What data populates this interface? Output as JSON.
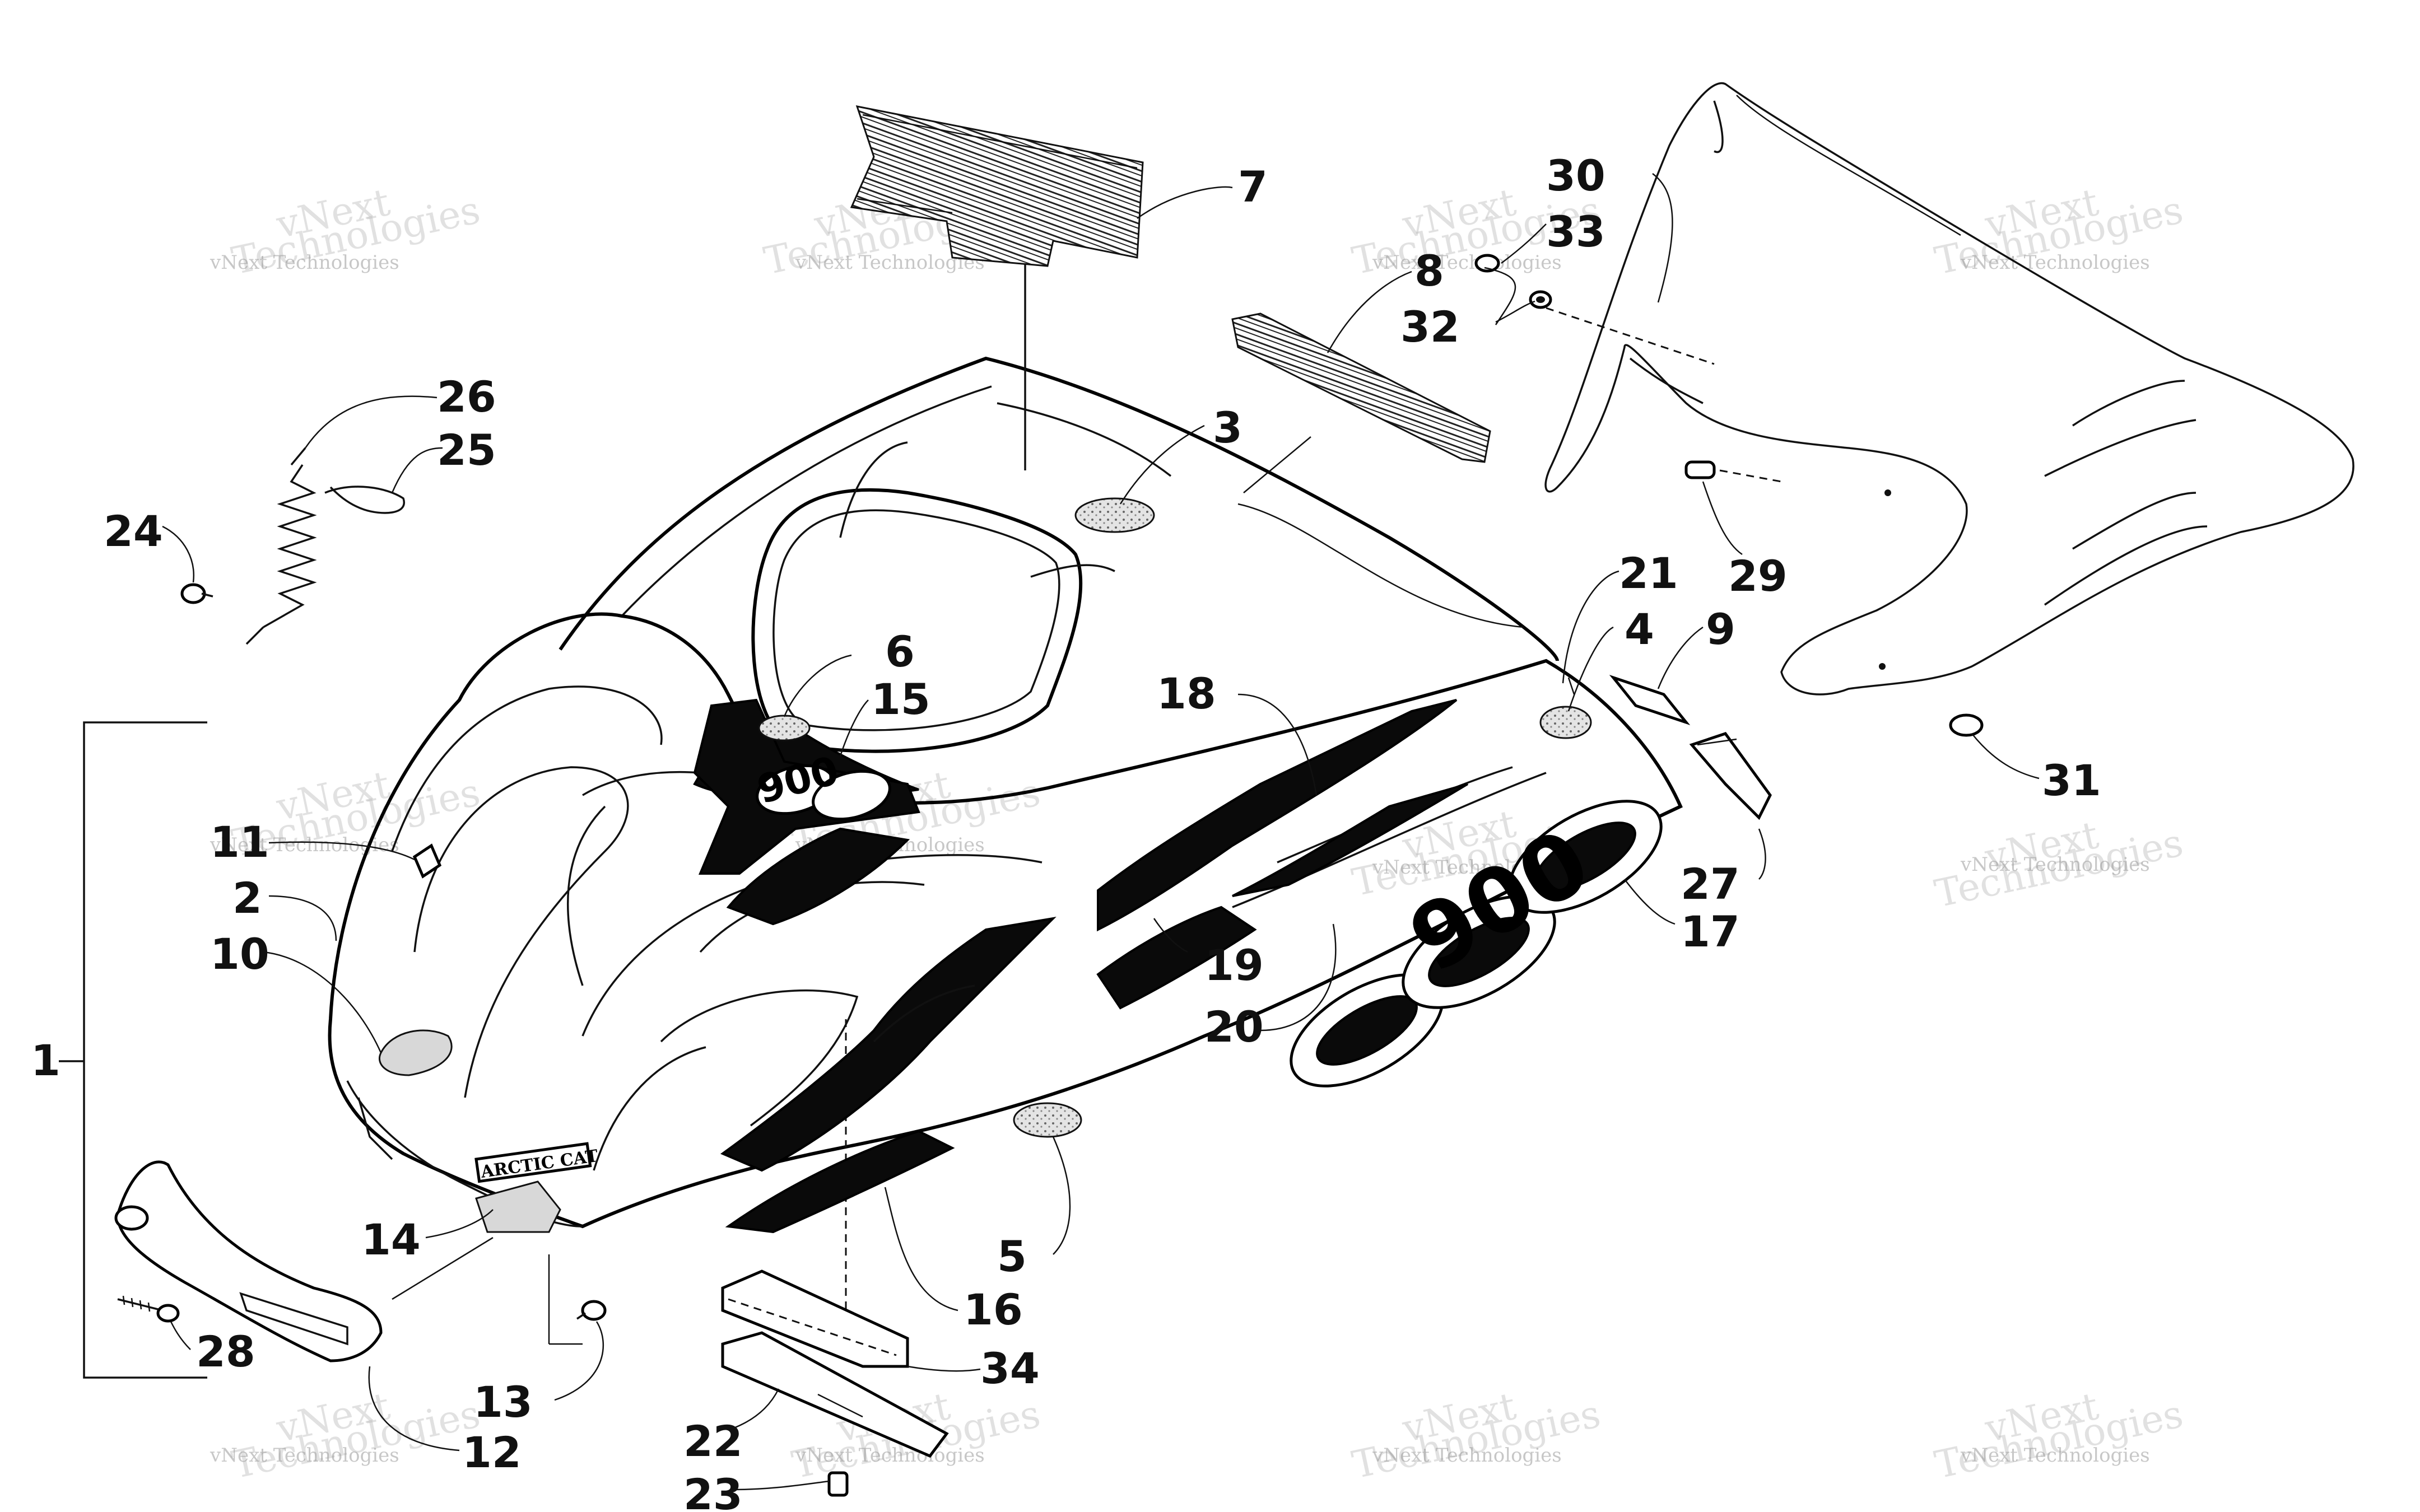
{
  "callouts": [
    {
      "id": "1",
      "text": "1"
    },
    {
      "id": "2",
      "text": "2"
    },
    {
      "id": "3",
      "text": "3"
    },
    {
      "id": "4",
      "text": "4"
    },
    {
      "id": "5",
      "text": "5"
    },
    {
      "id": "6",
      "text": "6"
    },
    {
      "id": "7",
      "text": "7"
    },
    {
      "id": "8",
      "text": "8"
    },
    {
      "id": "9",
      "text": "9"
    },
    {
      "id": "10",
      "text": "10"
    },
    {
      "id": "11",
      "text": "11"
    },
    {
      "id": "12",
      "text": "12"
    },
    {
      "id": "13",
      "text": "13"
    },
    {
      "id": "14",
      "text": "14"
    },
    {
      "id": "15",
      "text": "15"
    },
    {
      "id": "16",
      "text": "16"
    },
    {
      "id": "17",
      "text": "17"
    },
    {
      "id": "18",
      "text": "18"
    },
    {
      "id": "19",
      "text": "19"
    },
    {
      "id": "20",
      "text": "20"
    },
    {
      "id": "21",
      "text": "21"
    },
    {
      "id": "22",
      "text": "22"
    },
    {
      "id": "23",
      "text": "23"
    },
    {
      "id": "24",
      "text": "24"
    },
    {
      "id": "25",
      "text": "25"
    },
    {
      "id": "26",
      "text": "26"
    },
    {
      "id": "27",
      "text": "27"
    },
    {
      "id": "28",
      "text": "28"
    },
    {
      "id": "29",
      "text": "29"
    },
    {
      "id": "30",
      "text": "30"
    },
    {
      "id": "31",
      "text": "31"
    },
    {
      "id": "32",
      "text": "32"
    },
    {
      "id": "33",
      "text": "33"
    },
    {
      "id": "34",
      "text": "34"
    }
  ],
  "watermark": {
    "name": "vNext Technologies",
    "big": "Technologies",
    "small": "vNext"
  },
  "hood_graphic": {
    "model_number": "900",
    "brand_badge": "ARCTIC CAT"
  }
}
